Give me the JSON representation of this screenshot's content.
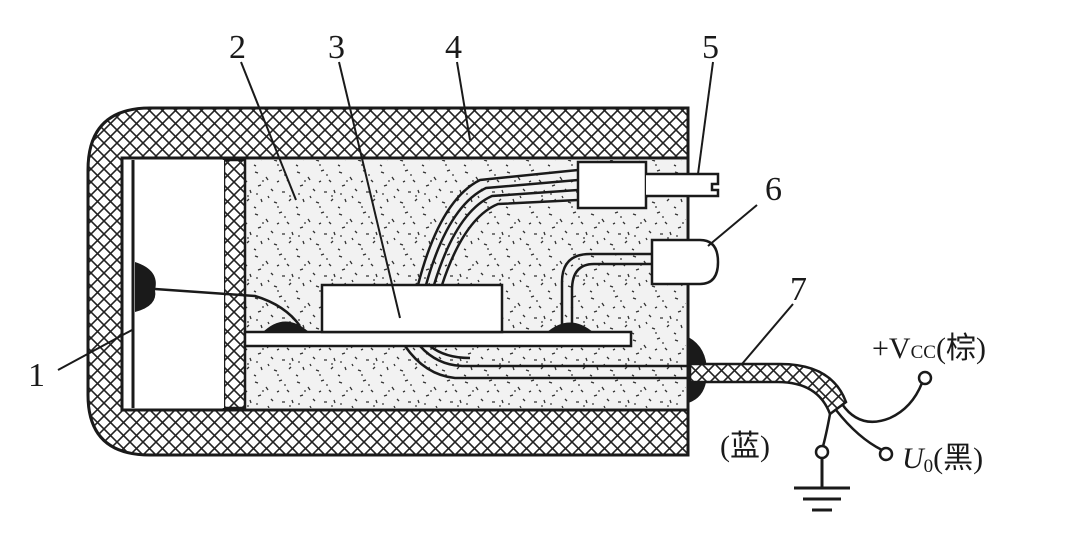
{
  "part_numbers": [
    "1",
    "2",
    "3",
    "4",
    "5",
    "6",
    "7"
  ],
  "wires": {
    "vcc": {
      "prefix": "+V",
      "sub": "CC",
      "color": "(棕)"
    },
    "ground": {
      "color": "(蓝)"
    },
    "output": {
      "symbol": "U",
      "sub": "0",
      "color": "(黑)"
    }
  }
}
